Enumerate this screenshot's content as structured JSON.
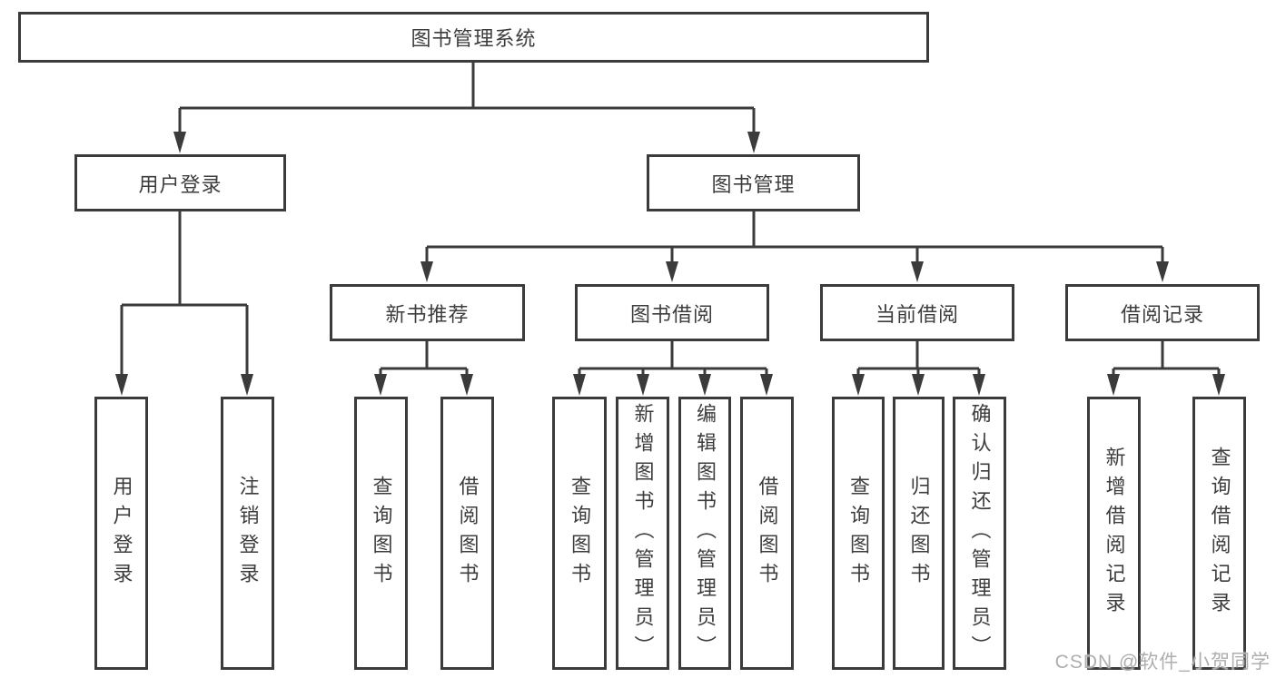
{
  "colors": {
    "line": "#3b3b3b",
    "text": "#3d3d3d",
    "watermark": "#aeaeae",
    "background": "#ffffff"
  },
  "watermark": {
    "text": "CSDN @软件_小贺同学"
  },
  "tree": {
    "label": "图书管理系统",
    "children": [
      {
        "label": "用户登录",
        "children": [
          {
            "label": "用户登录"
          },
          {
            "label": "注销登录"
          }
        ]
      },
      {
        "label": "图书管理",
        "children": [
          {
            "label": "新书推荐",
            "children": [
              {
                "label": "查询图书"
              },
              {
                "label": "借阅图书"
              }
            ]
          },
          {
            "label": "图书借阅",
            "children": [
              {
                "label": "查询图书"
              },
              {
                "label": "新增图书（管理员）"
              },
              {
                "label": "编辑图书（管理员）"
              },
              {
                "label": "借阅图书"
              }
            ]
          },
          {
            "label": "当前借阅",
            "children": [
              {
                "label": "查询图书"
              },
              {
                "label": "归还图书"
              },
              {
                "label": "确认归还（管理员）"
              }
            ]
          },
          {
            "label": "借阅记录",
            "children": [
              {
                "label": "新增借阅记录"
              },
              {
                "label": "查询借阅记录"
              }
            ]
          }
        ]
      }
    ]
  }
}
